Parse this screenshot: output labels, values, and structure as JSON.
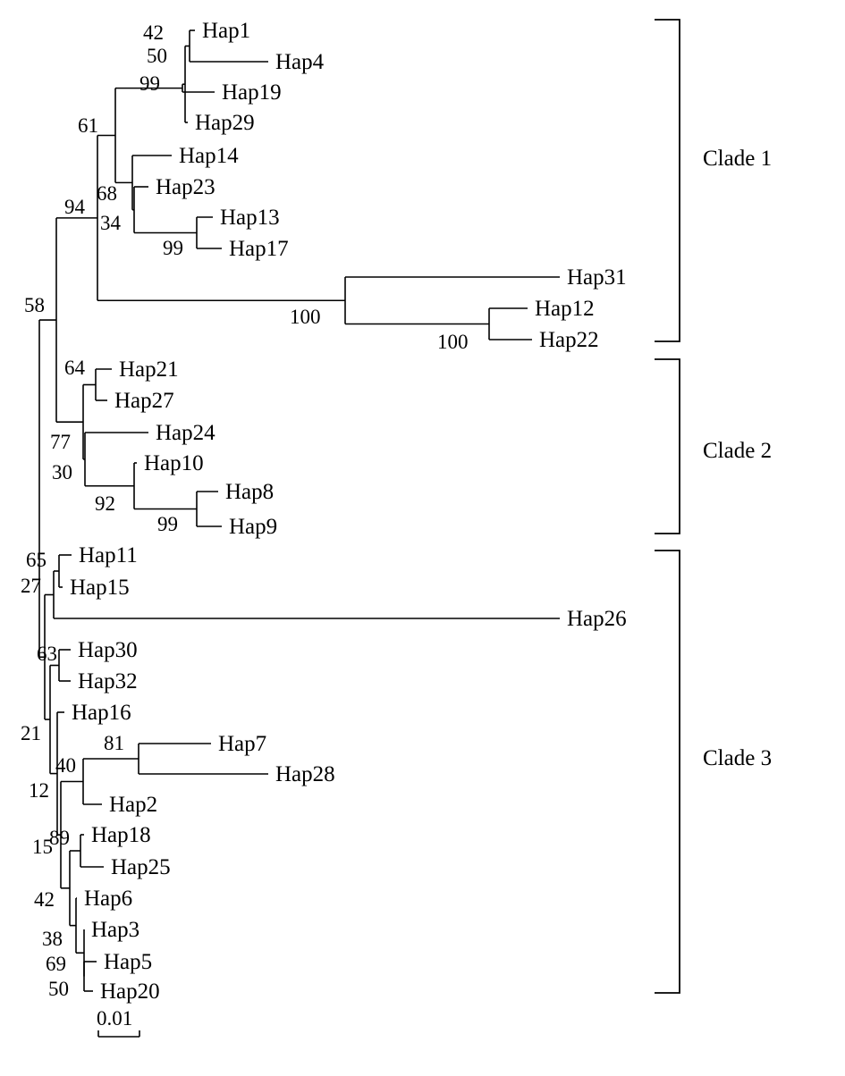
{
  "tips": [
    "Hap1",
    "Hap4",
    "Hap19",
    "Hap29",
    "Hap14",
    "Hap23",
    "Hap13",
    "Hap17",
    "Hap31",
    "Hap12",
    "Hap22",
    "Hap21",
    "Hap27",
    "Hap24",
    "Hap10",
    "Hap8",
    "Hap9",
    "Hap11",
    "Hap15",
    "Hap26",
    "Hap30",
    "Hap32",
    "Hap16",
    "Hap7",
    "Hap28",
    "Hap2",
    "Hap18",
    "Hap25",
    "Hap6",
    "Hap3",
    "Hap5",
    "Hap20"
  ],
  "bootstrap": [
    "42",
    "50",
    "99",
    "61",
    "68",
    "34",
    "99",
    "94",
    "100",
    "100",
    "58",
    "64",
    "77",
    "30",
    "92",
    "99",
    "65",
    "27",
    "63",
    "21",
    "81",
    "40",
    "12",
    "89",
    "15",
    "42",
    "38",
    "69",
    "50"
  ],
  "clades": [
    "Clade 1",
    "Clade 2",
    "Clade 3"
  ],
  "scale_bar": "0.01"
}
